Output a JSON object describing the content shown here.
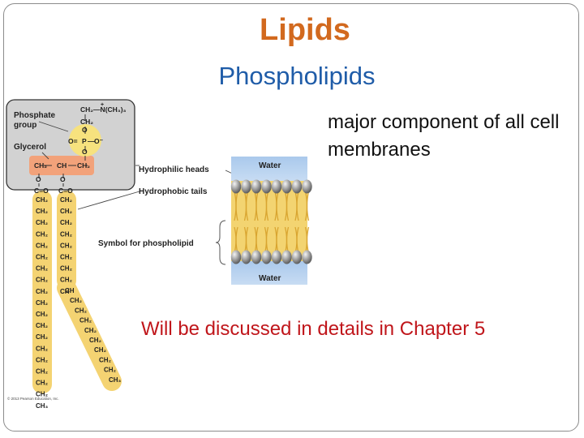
{
  "slide": {
    "title": "Lipids",
    "subtitle": "Phospholipids",
    "body_text": "major component of all cell membranes",
    "note": "Will be discussed in details in Chapter 5",
    "colors": {
      "title": "#d2691e",
      "subtitle": "#1f5ca8",
      "note": "#c0161b"
    }
  },
  "diagram": {
    "labels": {
      "phosphate_group": [
        "Phosphate",
        "group"
      ],
      "glycerol": "Glycerol",
      "hydrophilic_heads": "Hydrophilic heads",
      "hydrophobic_tails": "Hydrophobic tails",
      "symbol": "Symbol for phospholipid",
      "water_top": "Water",
      "water_bottom": "Water",
      "copyright": "© 2013 Pearson Education, Inc."
    },
    "chemistry": {
      "choline_1": "CH₂—N(CH₃)₃",
      "choline_plus": "+",
      "choline_2": "CH₂",
      "phosphorus": "P",
      "oxygen_left": "O",
      "oxygen_right": "O⁻",
      "oxygen_top": "O",
      "oxygen_bottom": "O",
      "o_eq": "O=",
      "minus": "—",
      "glycerol_row": [
        "CH₂",
        "CH",
        "CH₂"
      ],
      "ester_o": "O",
      "carbonyl": "C=O",
      "tail_left": [
        "CH₂",
        "CH₂",
        "CH₂",
        "CH₂",
        "CH₂",
        "CH₂",
        "CH₂",
        "CH₂",
        "CH₂",
        "CH₂",
        "CH₂",
        "CH₂",
        "CH₂",
        "CH₂",
        "CH₂",
        "CH₂",
        "CH₂",
        "CH₂",
        "CH₃"
      ],
      "tail_right_straight": [
        "CH₂",
        "CH₂",
        "CH₂",
        "CH₂",
        "CH₂",
        "CH₂",
        "CH₂",
        "CH₂",
        "CH"
      ],
      "tail_right_kink": [
        "CH",
        "CH₂",
        "CH₂",
        "CH₂",
        "CH₂",
        "CH₂",
        "CH₂",
        "CH₂",
        "CH₂",
        "CH₃"
      ]
    }
  }
}
